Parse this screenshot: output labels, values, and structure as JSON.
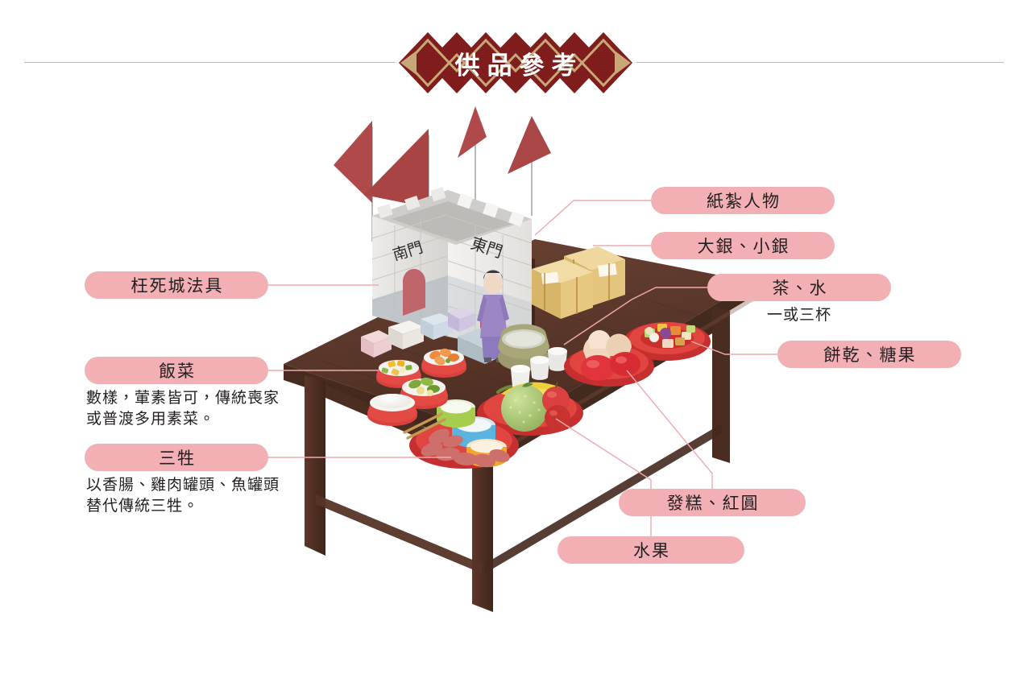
{
  "header": {
    "title": "供品參考",
    "rule_color": "#b8b8b8",
    "banner_color": "#7e1c1c",
    "banner_accent": "#c8a878"
  },
  "theme": {
    "pill_bg": "#f2b0b4",
    "connector": "#f0aaae",
    "text": "#231f20",
    "table_wood": "#5c3a2e",
    "flag_red": "#b04a4a",
    "plate_red": "#d93a3a"
  },
  "callouts": [
    {
      "id": "zhizha",
      "label": "紙紮人物",
      "note": ""
    },
    {
      "id": "silver",
      "label": "大銀、小銀",
      "note": ""
    },
    {
      "id": "tea",
      "label": "茶、水",
      "note": "一或三杯"
    },
    {
      "id": "cookie",
      "label": "餅乾、糖果",
      "note": ""
    },
    {
      "id": "fagao",
      "label": "發糕、紅圓",
      "note": ""
    },
    {
      "id": "fruit",
      "label": "水果",
      "note": ""
    },
    {
      "id": "wangsi",
      "label": "枉死城法具",
      "note": ""
    },
    {
      "id": "fancai",
      "label": "飯菜",
      "note": "數樣，葷素皆可，傳統喪家或普渡多用素菜。"
    },
    {
      "id": "sansheng",
      "label": "三牲",
      "note": "以香腸、雞肉罐頭、魚罐頭替代傳統三牲。"
    }
  ],
  "scene": {
    "castle": {
      "gate_left": "南門",
      "gate_right": "東門",
      "flag_count": 4
    },
    "items": [
      "紙紮枉死城",
      "紙紮人物",
      "金銀紙錢",
      "茶水杯",
      "飯菜碗",
      "三牲盤",
      "水果盤",
      "發糕紅圓盤",
      "餅乾糖果盤",
      "筷子"
    ]
  }
}
